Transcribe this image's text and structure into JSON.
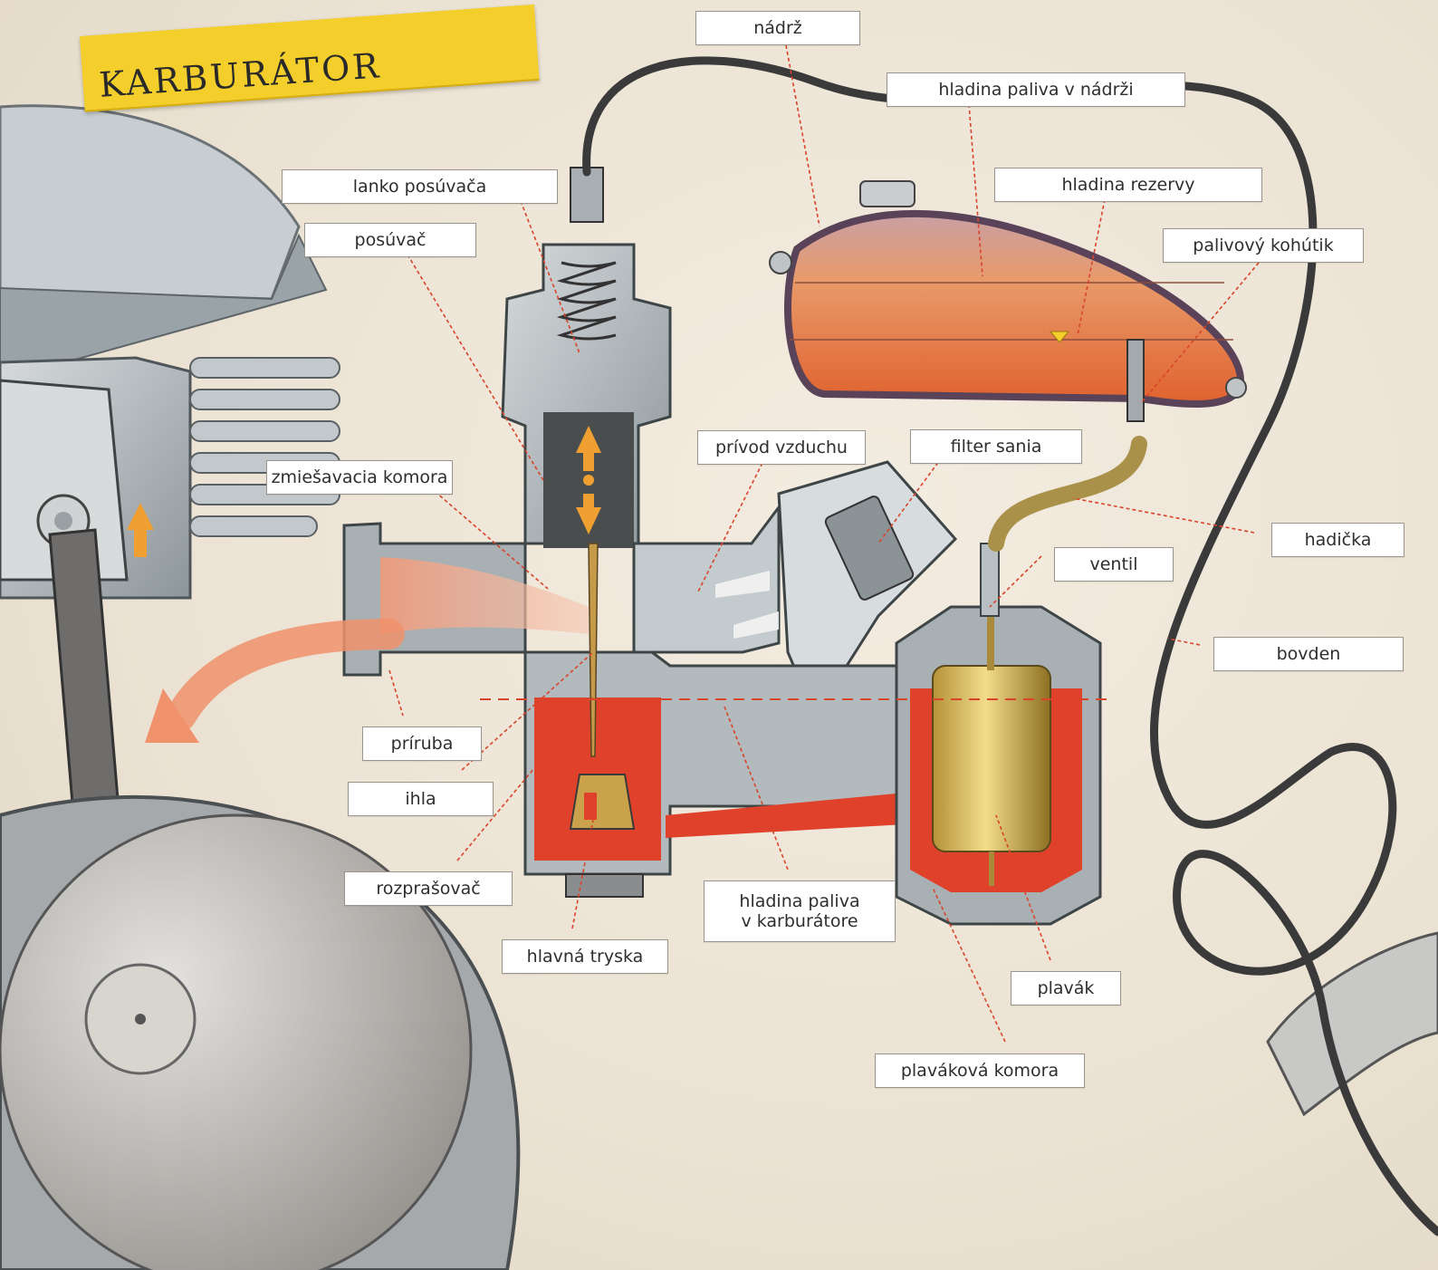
{
  "title": "KARBURÁTOR",
  "labels": {
    "nadrz": "nádrž",
    "hladina_paliva_v_nadrzi": "hladina paliva v nádrži",
    "hladina_rezervy": "hladina rezervy",
    "palivovy_kohutik": "palivový kohútik",
    "lanko_posuvaca": "lanko posúvača",
    "posuvac": "posúvač",
    "privod_vzduchu": "prívod vzduchu",
    "filter_sania": "filter sania",
    "zmiesavacia_komora": "zmiešavacia komora",
    "hadicka": "hadička",
    "ventil": "ventil",
    "bovden": "bovden",
    "priruba": "príruba",
    "ihla": "ihla",
    "rozprasovac": "rozprašovač",
    "hladina_paliva_v_karburatore": "hladina paliva\nv karburátore",
    "hlavna_tryska": "hlavná tryska",
    "plavak": "plavák",
    "plavakova_komora": "plaváková komora"
  },
  "colors": {
    "banner": "#f4cf2b",
    "fuel": "#e0412a",
    "leader_line": "#d9442b",
    "metal": "#b8bfc3",
    "hose": "#3a3a3a",
    "arrow": "#f0a030"
  }
}
